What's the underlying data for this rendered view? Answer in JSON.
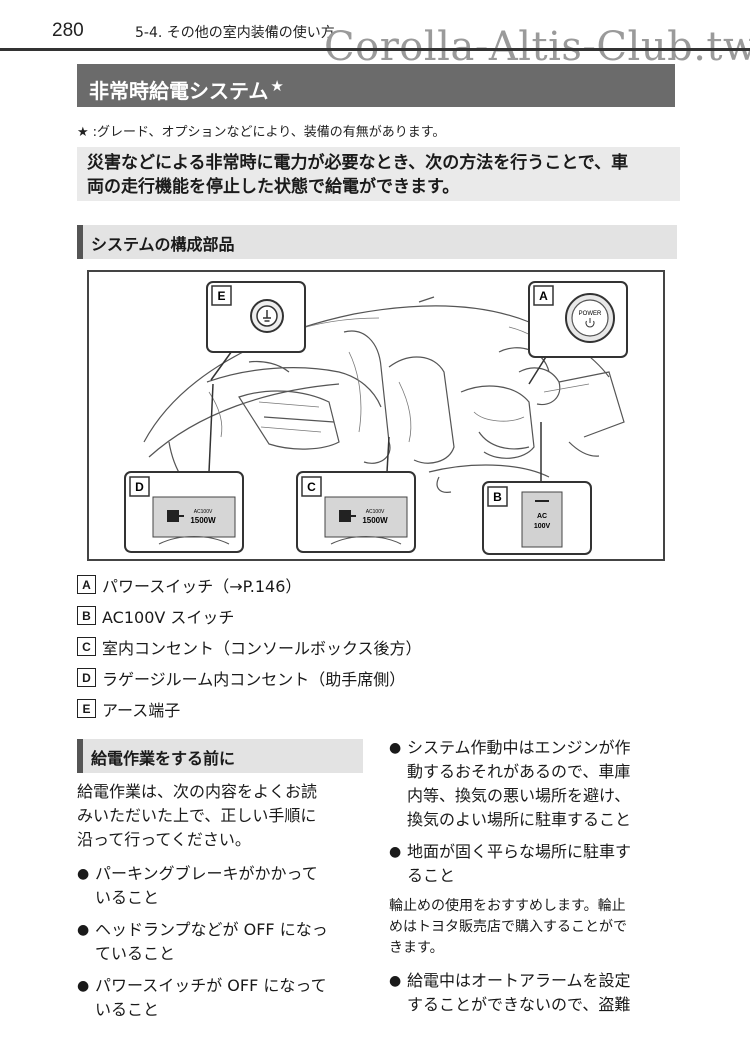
{
  "header": {
    "page_number": "280",
    "section": "5-4. その他の室内装備の使い方",
    "watermark": "Corolla-Altis-Club.tw"
  },
  "title": {
    "text": "非常時給電システム",
    "star": "★"
  },
  "note": {
    "star": "★",
    "text": ":グレード、オプションなどにより、装備の有無があります。"
  },
  "intro": {
    "line1": "災害などによる非常時に電力が必要なとき、次の方法を行うことで、車",
    "line2": "両の走行機能を停止した状態で給電ができます。"
  },
  "section1": {
    "heading": "システムの構成部品"
  },
  "figure": {
    "callouts": {
      "a": "A",
      "b": "B",
      "c": "C",
      "d": "D",
      "e": "E"
    },
    "power_label": "POWER",
    "ac_label": "AC",
    "ac_volt": "100V",
    "outlet_label1": "AC100V",
    "outlet_label2": "1500W"
  },
  "legend": [
    {
      "letter": "A",
      "text": "パワースイッチ（→P.146）"
    },
    {
      "letter": "B",
      "text": "AC100V スイッチ"
    },
    {
      "letter": "C",
      "text": "室内コンセント（コンソールボックス後方）"
    },
    {
      "letter": "D",
      "text": "ラゲージルーム内コンセント（助手席側）"
    },
    {
      "letter": "E",
      "text": "アース端子"
    }
  ],
  "section2": {
    "heading": "給電作業をする前に"
  },
  "left_col": {
    "para_line1": "給電作業は、次の内容をよくお読",
    "para_line2": "みいただいた上で、正しい手順に",
    "para_line3": "沿って行ってください。",
    "bullets": [
      {
        "line1": "パーキングブレーキがかかって",
        "line2": "いること"
      },
      {
        "line1": "ヘッドランプなどが OFF になっ",
        "line2": "ていること"
      },
      {
        "line1": "パワースイッチが OFF になって",
        "line2": "いること"
      }
    ]
  },
  "right_col": {
    "bullet1": {
      "line1": "システム作動中はエンジンが作",
      "line2": "動するおそれがあるので、車庫",
      "line3": "内等、換気の悪い場所を避け、",
      "line4": "換気のよい場所に駐車すること"
    },
    "bullet2": {
      "line1": "地面が固く平らな場所に駐車す",
      "line2": "ること"
    },
    "small_note": {
      "line1": "輪止めの使用をおすすめします。輪止",
      "line2": "めはトヨタ販売店で購入することがで",
      "line3": "きます。"
    },
    "bullet3": {
      "line1": "給電中はオートアラームを設定",
      "line2": "することができないので、盗難"
    }
  },
  "bullet_symbol": "●"
}
